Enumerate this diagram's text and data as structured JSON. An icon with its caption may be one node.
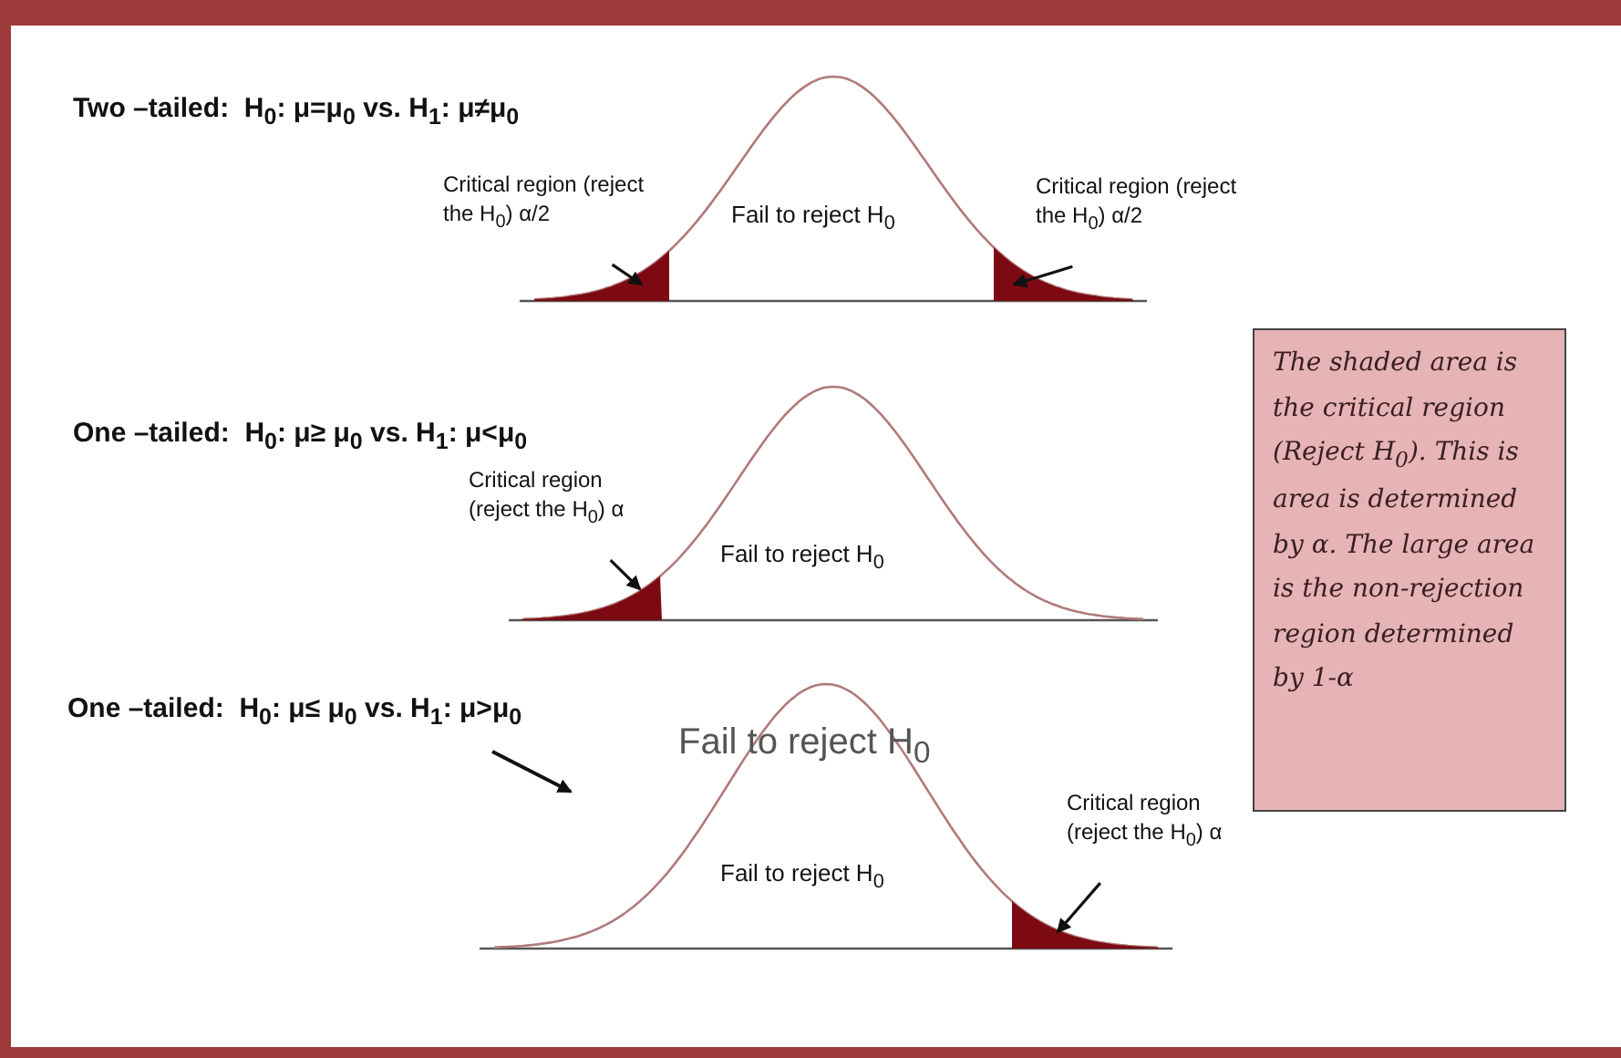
{
  "diagram": {
    "nodes": [
      {
        "text": [
          "Critical region (reject the H$_{0}$) α/2"
        ]
      },
      {
        "text": [],
        "shape": "region"
      },
      {
        "text": [
          "Critical region (reject the H$_{0}$) α/2"
        ]
      },
      {
        "text": [],
        "shape": "region"
      },
      {
        "text": [
          "Critical region (reject the H$_{0}$) α"
        ]
      },
      {
        "text": [],
        "shape": "region"
      },
      {
        "text": [
          "Critical region (reject the H$_{0}$) α"
        ]
      },
      {
        "text": [],
        "shape": "region"
      },
      {
        "text": [
          "The shaded area is the critical region (Reject H$_{0}$). This is area is determined by α. The large area is the non-rejection region determined by 1-α"
        ]
      }
    ],
    "edges": [
      {
        "from": 0,
        "to": 1,
        "arrow": "to"
      },
      {
        "from": 2,
        "to": 3,
        "arrow": "to"
      },
      {
        "from": 4,
        "to": 5,
        "arrow": "to"
      },
      {
        "from": 6,
        "to": 7,
        "arrow": "to"
      }
    ],
    "labels": [
      "Two –tailed:  H$_{0}$: μ=μ$_{0}$ vs. H$_{1}$: μ≠μ$_{0}$",
      "Fail to reject H$_{0}$",
      "One –tailed:  H$_{0}$: μ≥ μ$_{0}$ vs. H$_{1}$: μ<μ$_{0}$",
      "Fail to reject H$_{0}$",
      "One –tailed:  H$_{0}$: μ≤ μ$_{0}$ vs. H$_{1}$: μ>μ$_{0}$",
      "Fail to reject H$_{0}$",
      "Fail to reject H$_{0}$"
    ]
  }
}
